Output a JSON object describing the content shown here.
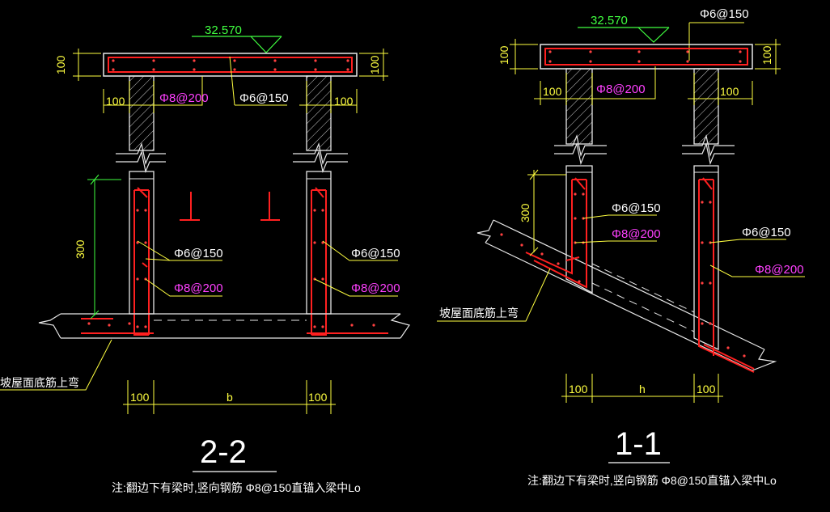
{
  "colors": {
    "background": "#000000",
    "concrete_outline": "#e8e8e8",
    "hatch": "#c8c8c8",
    "rebar_main": "#ff2020",
    "rebar_magenta": "#ff40ff",
    "dimension": "#ffff40",
    "elevation": "#40ff40",
    "leader": "#ffff40",
    "text_white": "#ffffff"
  },
  "left_section": {
    "elevation": "32.570",
    "slab_thickness_left": "100",
    "slab_thickness_right": "100",
    "wall_left_thk": "100",
    "wall_right_thk": "100",
    "rebar_top_mid": "Φ8@200",
    "rebar_top_dist": "Φ6@150",
    "height_dim": "300",
    "rebar_wall_dist": "Φ6@150",
    "rebar_wall_main": "Φ8@200",
    "rebar_wall_dist_right": "Φ6@150",
    "rebar_wall_main_right": "Φ8@200",
    "bottom_note": "坡屋面底筋上弯",
    "dim_left": "100",
    "dim_mid": "b",
    "dim_right": "100",
    "title": "2-2",
    "footnote": "注:翻边下有梁时,竖向钢筋 Φ8@150直锚入梁中Lo"
  },
  "right_section": {
    "elevation": "32.570",
    "rebar_top_dist": "Φ6@150",
    "slab_thickness_left": "100",
    "slab_thickness_right": "100",
    "wall_left_thk": "100",
    "wall_right_thk": "100",
    "rebar_top_mid": "Φ8@200",
    "height_dim": "300",
    "rebar_wall_dist_left": "Φ6@150",
    "rebar_wall_main_left": "Φ8@200",
    "rebar_wall_dist_right": "Φ6@150",
    "rebar_wall_main_right": "Φ8@200",
    "bottom_note": "坡屋面底筋上弯",
    "dim_left": "100",
    "dim_mid": "h",
    "dim_right": "100",
    "title": "1-1",
    "footnote": "注:翻边下有梁时,竖向钢筋 Φ8@150直锚入梁中Lo"
  }
}
